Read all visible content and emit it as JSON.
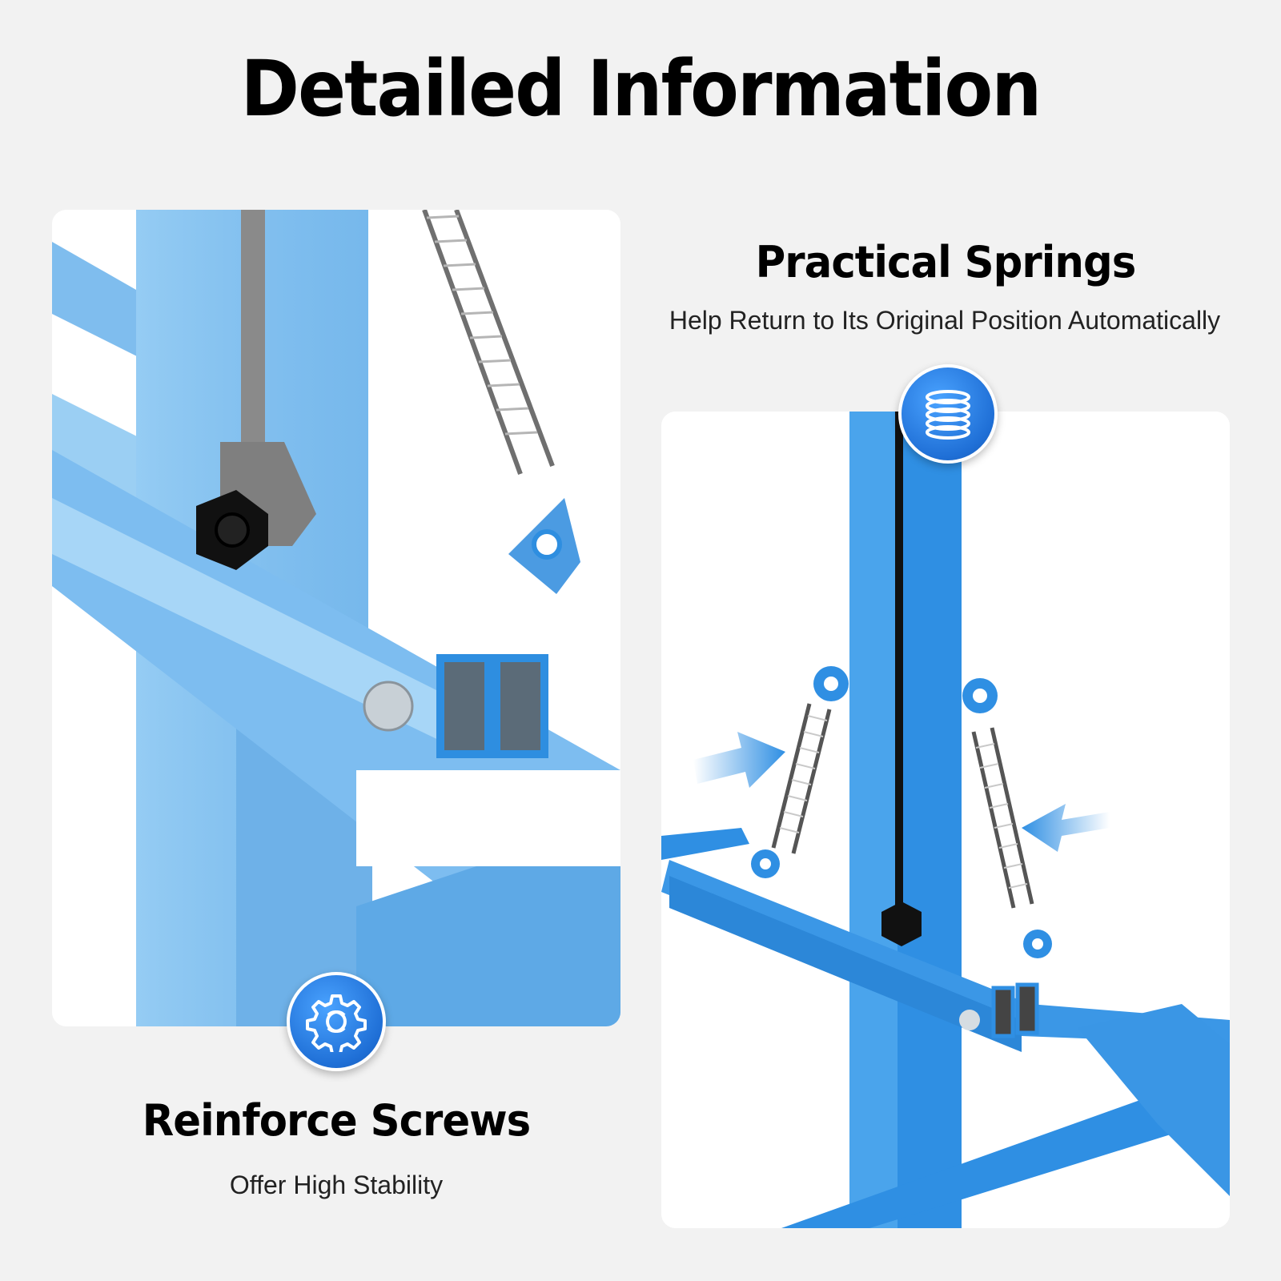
{
  "header": {
    "title": "Detailed Information"
  },
  "features": {
    "springs": {
      "title": "Practical Springs",
      "subtitle": "Help Return to Its Original Position Automatically",
      "icon": "spring-icon"
    },
    "screws": {
      "title": "Reinforce Screws",
      "subtitle": "Offer High Stability",
      "icon": "gear-icon"
    }
  },
  "colors": {
    "background": "#f2f2f2",
    "frame_blue": "#2e8ee0",
    "frame_blue_light": "#8ec8f2",
    "badge_blue": "#1f6fd6"
  }
}
